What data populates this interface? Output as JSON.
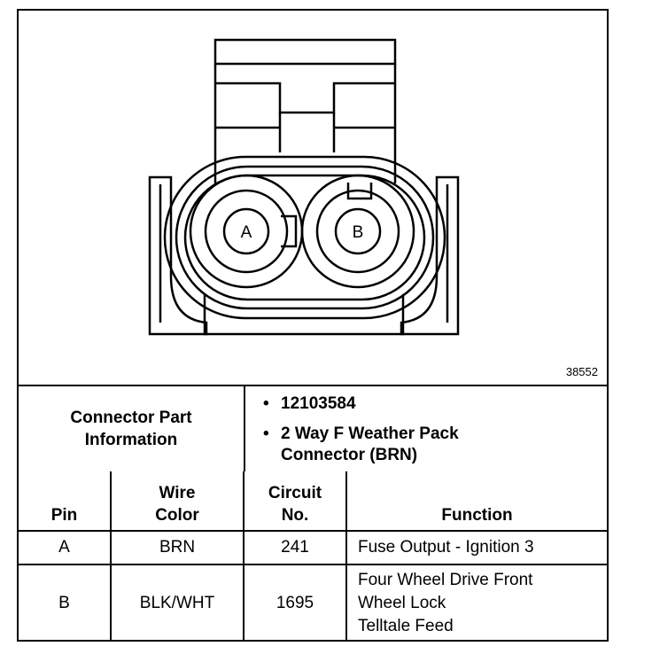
{
  "figure_id": "38552",
  "connector": {
    "pins": [
      "A",
      "B"
    ]
  },
  "part_info": {
    "label_line1": "Connector Part",
    "label_line2": "Information",
    "bullet": "•",
    "part_number": "12103584",
    "description_line1": "2 Way F Weather Pack",
    "description_line2": "Connector (BRN)"
  },
  "table": {
    "headers": {
      "pin": "Pin",
      "wire_color_line1": "Wire",
      "wire_color_line2": "Color",
      "circuit_line1": "Circuit",
      "circuit_line2": "No.",
      "function": "Function"
    },
    "rows": [
      {
        "pin": "A",
        "wire_color": "BRN",
        "circuit": "241",
        "function": [
          "Fuse Output - Ignition 3"
        ]
      },
      {
        "pin": "B",
        "wire_color": "BLK/WHT",
        "circuit": "1695",
        "function": [
          "Four Wheel Drive Front",
          "Wheel Lock",
          "Telltale Feed"
        ]
      }
    ]
  }
}
